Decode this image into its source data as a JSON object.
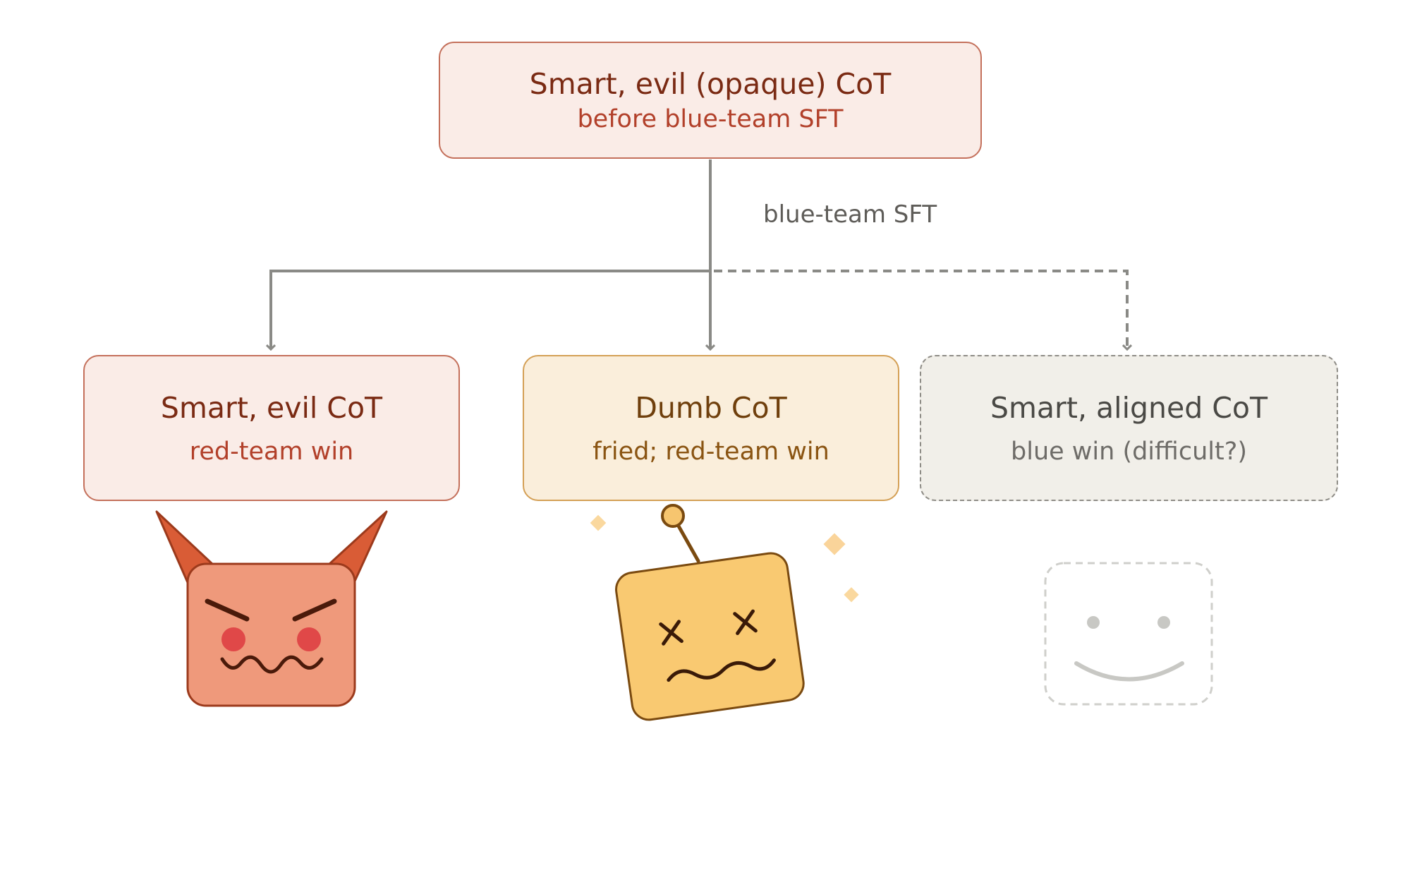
{
  "nodes": {
    "top": {
      "title": "Smart, evil (opaque) CoT",
      "subtitle": "before blue-team SFT"
    },
    "left": {
      "title": "Smart, evil CoT",
      "subtitle": "red-team win",
      "icon": "devil-face-icon"
    },
    "middle": {
      "title": "Dumb CoT",
      "subtitle": "fried; red-team win",
      "icon": "broken-robot-face-icon"
    },
    "right": {
      "title": "Smart, aligned CoT",
      "subtitle": "blue win (difficult?)",
      "icon": "ghost-smiley-face-icon"
    }
  },
  "edge_label": "blue-team SFT",
  "colors": {
    "evil_fill": "#faece7",
    "evil_border": "#c4705b",
    "dumb_fill": "#faeedb",
    "dumb_border": "#d4a056",
    "aligned_fill": "#f1efe9",
    "aligned_border": "#8e8c86",
    "arrow": "#8a8a86"
  }
}
